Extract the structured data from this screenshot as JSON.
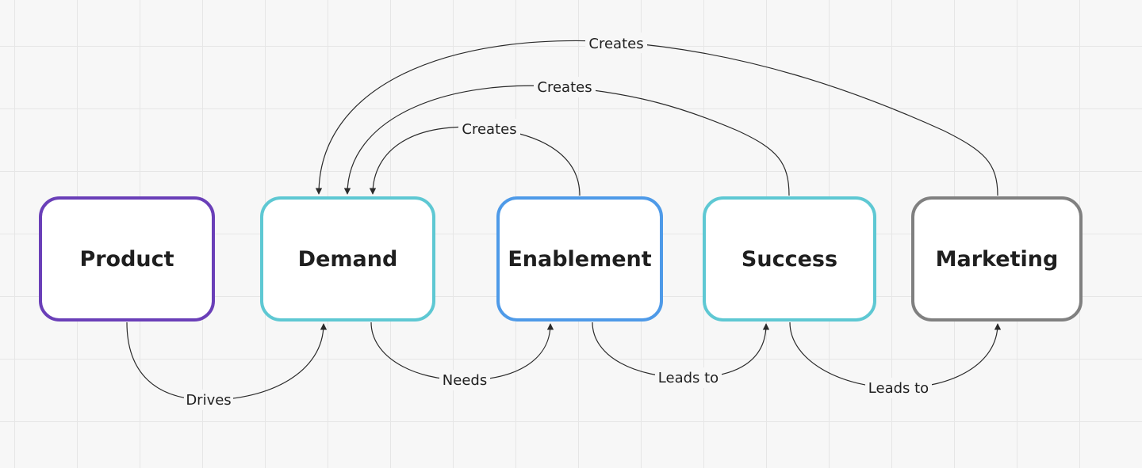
{
  "nodes": [
    {
      "id": "product",
      "label": "Product",
      "color": "#6a3fb8"
    },
    {
      "id": "demand",
      "label": "Demand",
      "color": "#5ec8d3"
    },
    {
      "id": "enablement",
      "label": "Enablement",
      "color": "#4e9ae8"
    },
    {
      "id": "success",
      "label": "Success",
      "color": "#5ec8d3"
    },
    {
      "id": "marketing",
      "label": "Marketing",
      "color": "#808080"
    }
  ],
  "edges": [
    {
      "from": "product",
      "to": "demand",
      "label": "Drives"
    },
    {
      "from": "demand",
      "to": "enablement",
      "label": "Needs"
    },
    {
      "from": "enablement",
      "to": "success",
      "label": "Leads to"
    },
    {
      "from": "success",
      "to": "marketing",
      "label": "Leads to"
    },
    {
      "from": "enablement",
      "to": "demand",
      "label": "Creates"
    },
    {
      "from": "success",
      "to": "demand",
      "label": "Creates"
    },
    {
      "from": "marketing",
      "to": "demand",
      "label": "Creates"
    }
  ]
}
